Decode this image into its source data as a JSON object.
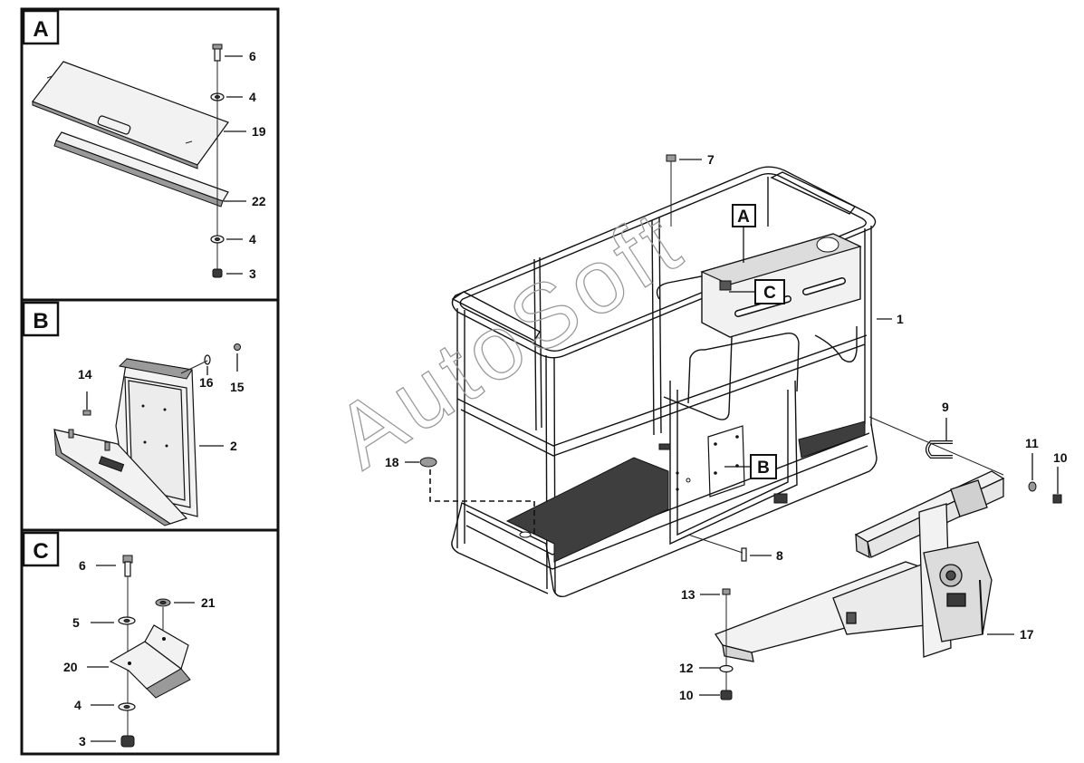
{
  "panels": {
    "A": {
      "label": "A",
      "callouts": [
        "6",
        "4",
        "19",
        "22",
        "4",
        "3"
      ]
    },
    "B": {
      "label": "B",
      "callouts": [
        "14",
        "16",
        "15",
        "2"
      ]
    },
    "C": {
      "label": "C",
      "callouts": [
        "6",
        "21",
        "5",
        "20",
        "4",
        "3"
      ]
    }
  },
  "main": {
    "detail_refs": [
      "A",
      "C",
      "B"
    ],
    "callouts": [
      "7",
      "1",
      "9",
      "11",
      "10",
      "18",
      "8",
      "13",
      "17",
      "12",
      "10"
    ]
  },
  "watermark": "AutoSoft",
  "colors": {
    "line": "#111111",
    "background": "#ffffff",
    "watermark": "#9a9a9a"
  }
}
